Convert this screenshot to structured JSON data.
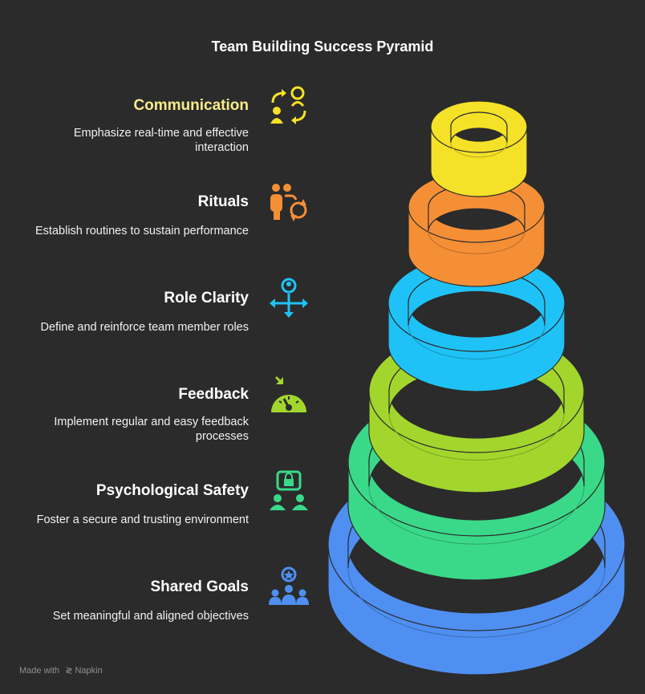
{
  "title": "Team Building Success Pyramid",
  "levels": [
    {
      "heading": "Communication",
      "desc_1": "Emphasize real-time and effective",
      "desc_2": "interaction",
      "color": "#f5e127",
      "icon": "communication-cycle-icon"
    },
    {
      "heading": "Rituals",
      "desc_1": "Establish routines to sustain performance",
      "color": "#f48f36",
      "icon": "people-refresh-icon"
    },
    {
      "heading": "Role Clarity",
      "desc_1": "Define and reinforce team member roles",
      "color": "#1fc2f6",
      "icon": "person-directions-icon"
    },
    {
      "heading": "Feedback",
      "desc_1": "Implement regular and easy feedback",
      "desc_2": "processes",
      "color": "#a3d62d",
      "icon": "gauge-icon"
    },
    {
      "heading": "Psychological Safety",
      "desc_1": "Foster a secure and trusting environment",
      "color": "#3ad989",
      "icon": "lock-people-icon"
    },
    {
      "heading": "Shared Goals",
      "desc_1": "Set meaningful and aligned objectives",
      "color": "#4f8ff2",
      "icon": "team-goal-icon"
    }
  ],
  "footer": {
    "made_with": "Made with",
    "brand": "Napkin"
  }
}
